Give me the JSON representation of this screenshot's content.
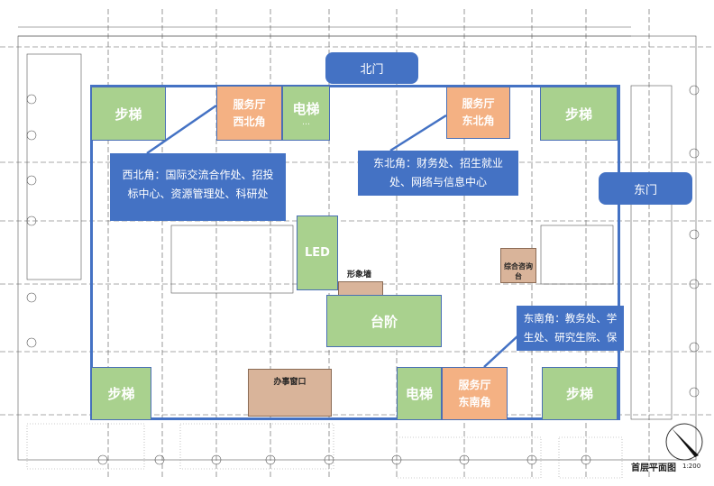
{
  "doors": {
    "north": "北门",
    "east": "东门"
  },
  "stairs": {
    "nw": "步梯",
    "ne": "步梯",
    "sw": "步梯",
    "se": "步梯"
  },
  "elevators": {
    "north": "电梯",
    "north_sub": "…",
    "south": "电梯"
  },
  "service_halls": {
    "nw": {
      "line1": "服务厅",
      "line2": "西北角"
    },
    "ne": {
      "line1": "服务厅",
      "line2": "东北角"
    },
    "se": {
      "line1": "服务厅",
      "line2": "东南角"
    }
  },
  "callouts": {
    "nw": "西北角：国际交流合作处、招投标中心、资源管理处、科研处",
    "ne": "东北角：财务处、招生就业处、网络与信息中心",
    "se": "东南角：教务处、学生处、研究生院、保卫处"
  },
  "features": {
    "led": "LED",
    "steps": "台阶",
    "image_wall": "形象墙",
    "info_desk": "综合咨询台",
    "office_window": "办事窗口"
  },
  "drawing_title": "首层平面图",
  "scale": "1:200",
  "colors": {
    "blue": "#4472c4",
    "green": "#a9d18e",
    "orange": "#f4b183",
    "tan": "#d9b49a"
  }
}
